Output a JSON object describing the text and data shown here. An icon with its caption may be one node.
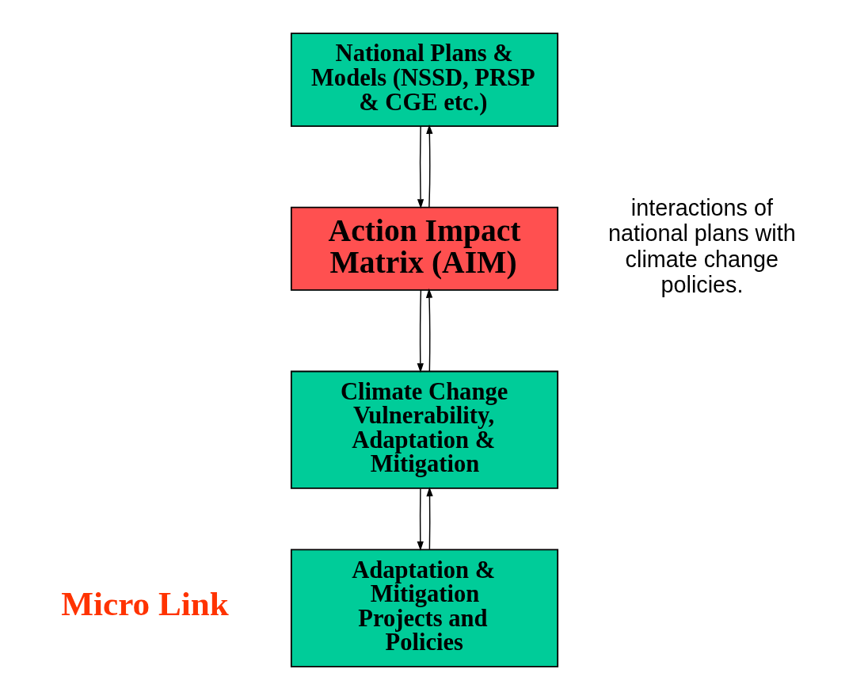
{
  "diagram": {
    "nodes": [
      {
        "text": [
          "National Plans & Models (NSSD, PRSP & CGE etc.)"
        ]
      },
      {
        "text": [
          "Action Impact Matrix (AIM)"
        ],
        "beside": [
          "interactions of national plans with climate change policies."
        ]
      },
      {
        "text": [
          "Climate Change Vulnerability, Adaptation & Mitigation"
        ]
      },
      {
        "text": [
          "Adaptation & Mitigation Projects and Policies"
        ]
      }
    ],
    "edges": [
      {
        "from": 1,
        "to": 0,
        "arrow": "to"
      },
      {
        "from": 0,
        "to": 1,
        "arrow": "to"
      },
      {
        "from": 2,
        "to": 1,
        "arrow": "to"
      },
      {
        "from": 1,
        "to": 2,
        "arrow": "to"
      },
      {
        "from": 3,
        "to": 2,
        "arrow": "to"
      },
      {
        "from": 2,
        "to": 3,
        "arrow": "to"
      }
    ],
    "labels": [
      "Micro Link"
    ]
  }
}
